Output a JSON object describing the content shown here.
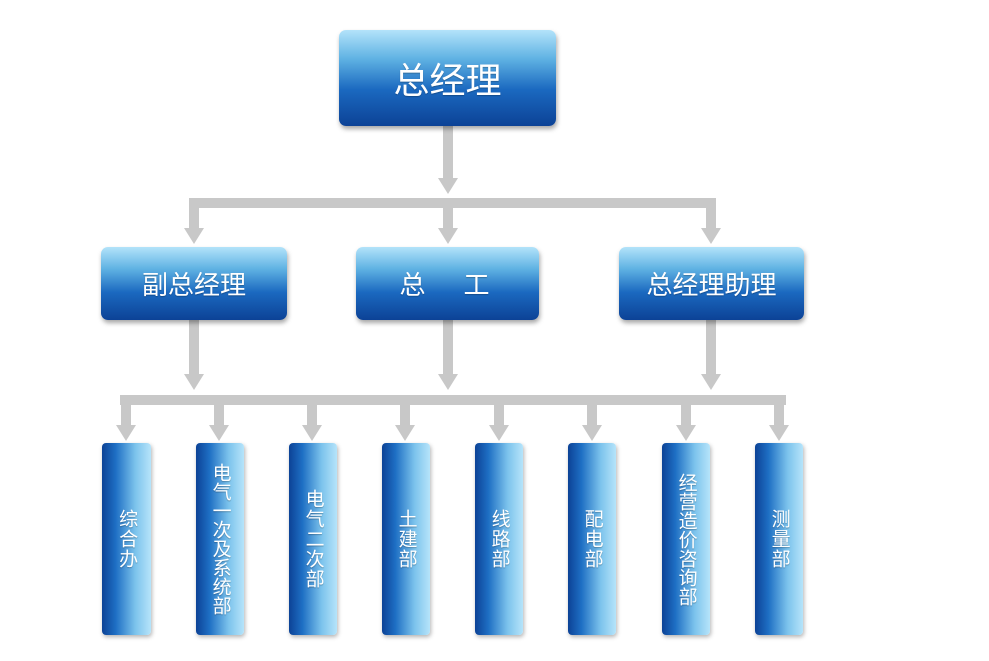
{
  "colors": {
    "connector": "#c8c8c8",
    "box_dark": "#0c4296",
    "box_light": "#b3e3fa"
  },
  "top": {
    "label": "总经理"
  },
  "level2": [
    {
      "label": "副总经理"
    },
    {
      "label": "总　工"
    },
    {
      "label": "总经理助理"
    }
  ],
  "departments": [
    {
      "label": "综合办"
    },
    {
      "label": "电气一次及系统部"
    },
    {
      "label": "电气二次部"
    },
    {
      "label": "土建部"
    },
    {
      "label": "线路部"
    },
    {
      "label": "配电部"
    },
    {
      "label": "经营造价咨询部"
    },
    {
      "label": "测量部"
    }
  ]
}
